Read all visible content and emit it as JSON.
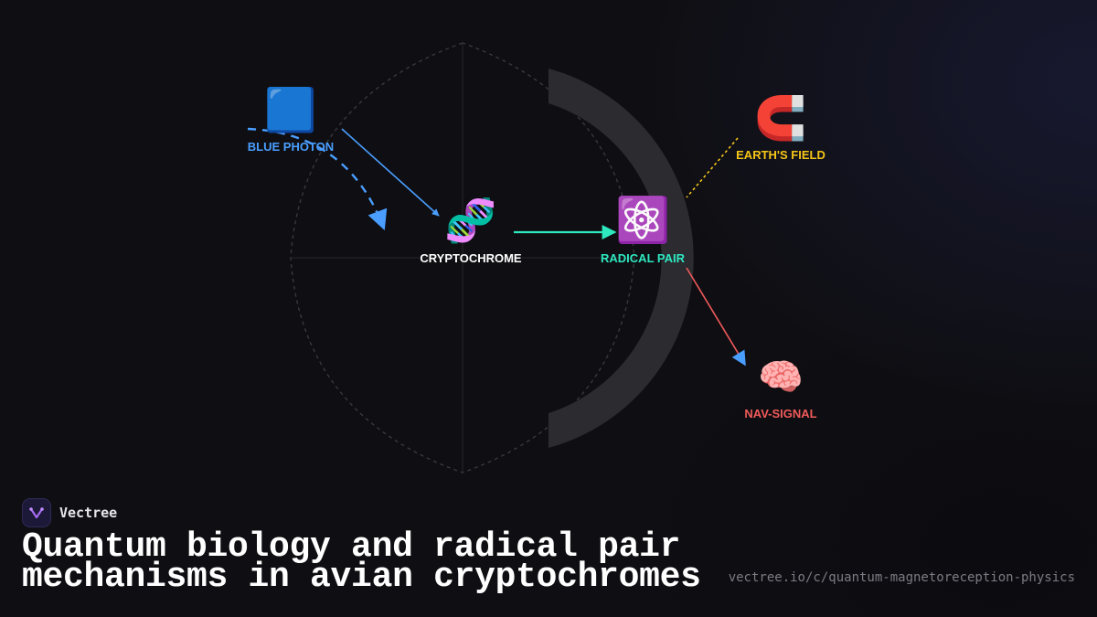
{
  "nodes": [
    {
      "id": "photon",
      "icon": "🟦",
      "icon_name": "blue-square-icon",
      "label": "BLUE PHOTON",
      "color": "#4a9eff"
    },
    {
      "id": "crypto",
      "icon": "🧬",
      "icon_name": "dna-icon",
      "label": "CRYPTOCHROME",
      "color": "#ffffff"
    },
    {
      "id": "radical",
      "icon": "⚛️",
      "icon_name": "atom-icon",
      "label": "RADICAL PAIR",
      "color": "#2ee8c0"
    },
    {
      "id": "field",
      "icon": "🧲",
      "icon_name": "magnet-icon",
      "label": "EARTH'S FIELD",
      "color": "#f5c518"
    },
    {
      "id": "nav",
      "icon": "🧠",
      "icon_name": "brain-icon",
      "label": "NAV-SIGNAL",
      "color": "#f05a5a"
    }
  ],
  "colors": {
    "photon_arrow": "#4a9eff",
    "crypto_to_radical": "#2ee8c0",
    "field_link": "#f5c518",
    "nav_arrow": "#f05a5a",
    "accent": "#8a5cf6"
  },
  "brand": {
    "name": "Vectree",
    "logo_icon": "vectree-logo-icon"
  },
  "title": "Quantum biology and radical pair mechanisms in avian cryptochromes",
  "url": "vectree.io/c/quantum-magnetoreception-physics"
}
